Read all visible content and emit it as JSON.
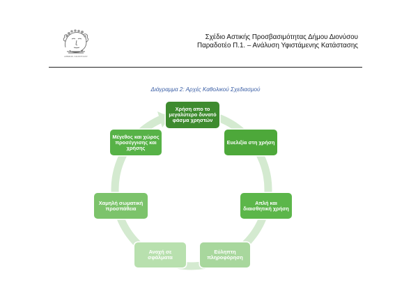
{
  "header": {
    "line1": "Σχέδιο Αστικής Προσβασιμότητας Δήμου Διονύσου",
    "line2": "Παραδοτέο Π.1. – Ανάλυση Υφιστάμενης Κατάστασης"
  },
  "logo": {
    "caption": "ΔΗΜΟΣ ΔΙΟΝΥΣΟΥ",
    "icon": "dionysus-bust-logo"
  },
  "diagram": {
    "caption": "Διάγραμμα 2: Αρχές Καθολικού Σχεδιασμού",
    "nodes": [
      {
        "label": "Χρήση απο το μεγαλύτερο δυνατό φάσμα χρηστών",
        "color": "#3e8b2f"
      },
      {
        "label": "Ευελιξία στη χρήση",
        "color": "#4da83a"
      },
      {
        "label": "Απλή και διαισθητική χρήση",
        "color": "#5cb64a"
      },
      {
        "label": "Εύληπτη πληροφόρηση",
        "color": "#a8d79d"
      },
      {
        "label": "Ανοχή σε σφάλματα",
        "color": "#b8e0ae"
      },
      {
        "label": "Χαμηλή σωματική προσπάθεια",
        "color": "#7cc36b"
      },
      {
        "label": "Μέγεθος και χώρος προσέγγισης και χρήσης",
        "color": "#57b247"
      }
    ],
    "ring_color": "#d4ead0"
  }
}
